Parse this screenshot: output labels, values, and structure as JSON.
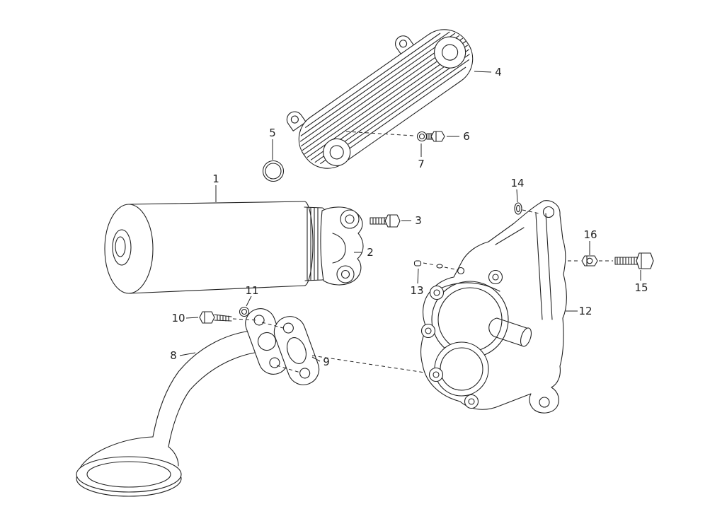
{
  "diagram": {
    "background_color": "#ffffff",
    "line_color": "#222222",
    "label_color": "#222222"
  },
  "callouts": [
    {
      "label": "1"
    },
    {
      "label": "2"
    },
    {
      "label": "3"
    },
    {
      "label": "4"
    },
    {
      "label": "5"
    },
    {
      "label": "6"
    },
    {
      "label": "7"
    },
    {
      "label": "8"
    },
    {
      "label": "9"
    },
    {
      "label": "10"
    },
    {
      "label": "11"
    },
    {
      "label": "12"
    },
    {
      "label": "13"
    },
    {
      "label": "14"
    },
    {
      "label": "15"
    },
    {
      "label": "16"
    }
  ]
}
